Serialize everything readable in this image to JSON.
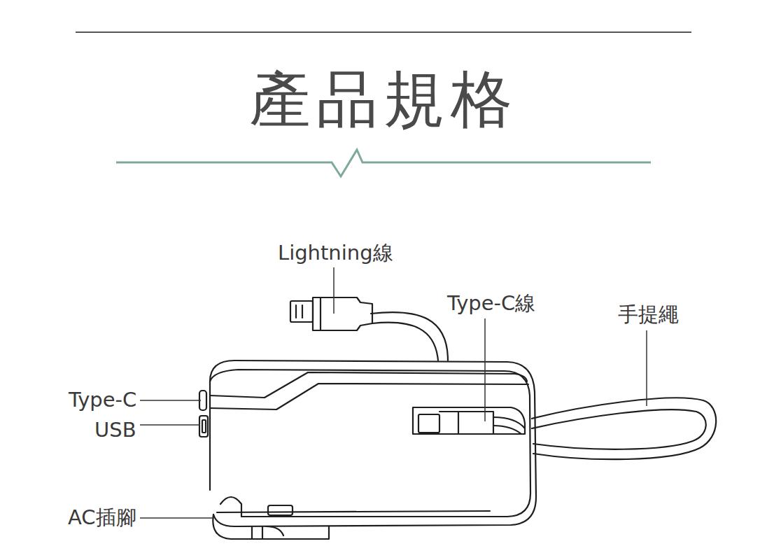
{
  "diagram": {
    "title": "產品規格",
    "labels": [
      "Lightning線",
      "Type-C線",
      "手提繩",
      "Type-C",
      "USB",
      "AC插腳"
    ]
  }
}
